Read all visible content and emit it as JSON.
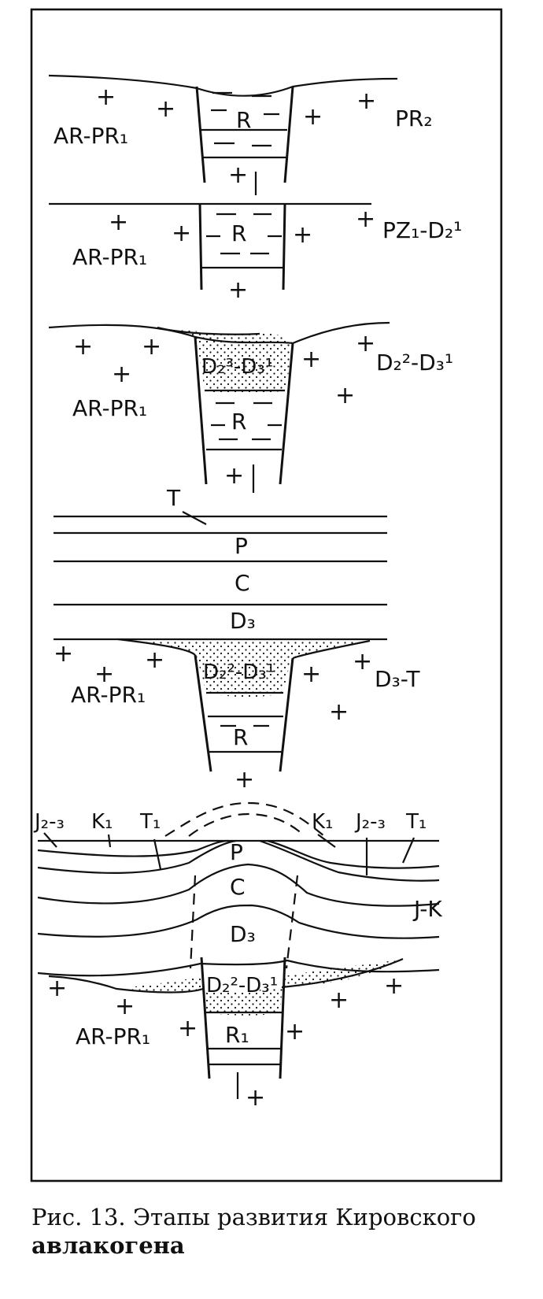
{
  "stages": [
    {
      "id": "stage1",
      "age": "PR₂",
      "basement": "AR-PR₁",
      "fill": [
        "R"
      ]
    },
    {
      "id": "stage2",
      "age": "PZ₁-D₂¹",
      "basement": "AR-PR₁",
      "fill": [
        "R"
      ]
    },
    {
      "id": "stage3",
      "age": "D₂²-D₃¹",
      "basement": "AR-PR₁",
      "fill": [
        "D₂³-D₃¹",
        "R"
      ]
    },
    {
      "id": "stage4",
      "age": "D₃-T",
      "basement": "AR-PR₁",
      "cover": [
        "T",
        "P",
        "C",
        "D₃"
      ],
      "fill": [
        "D₂²-D₃¹",
        "R"
      ]
    },
    {
      "id": "stage5",
      "age": "J-K",
      "basement": "AR-PR₁",
      "cover": [
        "J₂-₃",
        "K₁",
        "T₁",
        "P",
        "C",
        "D₃",
        "K₁",
        "J₂-₃",
        "T₁"
      ],
      "fill": [
        "D₂²-D₃¹",
        "R₁"
      ]
    }
  ],
  "caption": {
    "line1": "Рис. 13. Этапы развития Кировского",
    "line2": "авлакогена"
  }
}
